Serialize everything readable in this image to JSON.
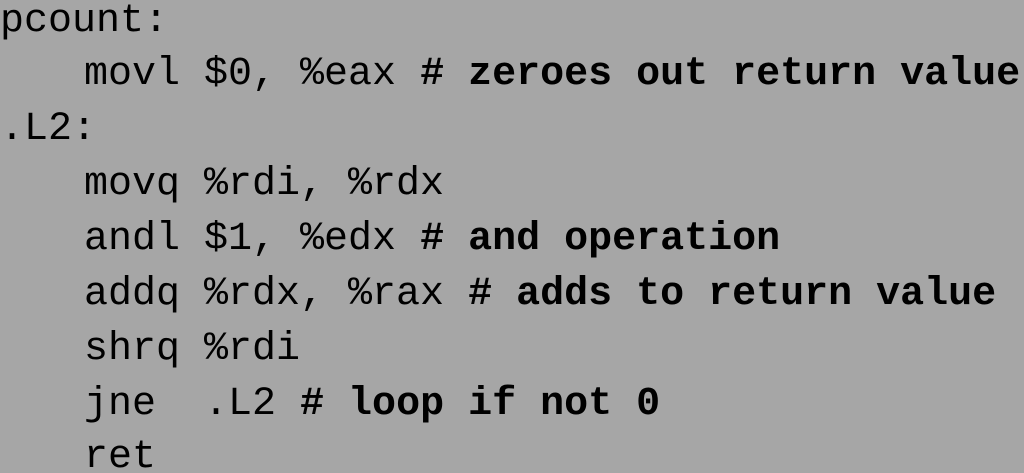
{
  "lines": [
    {
      "instr": "pcount:",
      "comment": ""
    },
    {
      "instr": "movl $0, %eax ",
      "comment": "# zeroes out return value"
    },
    {
      "instr": ".L2:",
      "comment": ""
    },
    {
      "instr": "movq %rdi, %rdx",
      "comment": ""
    },
    {
      "instr": "andl $1, %edx ",
      "comment": "# and operation"
    },
    {
      "instr": "addq %rdx, %rax ",
      "comment": "# adds to return value"
    },
    {
      "instr": "shrq %rdi",
      "comment": ""
    },
    {
      "instr": "jne  .L2 ",
      "comment": "# loop if not 0"
    },
    {
      "instr": "ret",
      "comment": ""
    }
  ]
}
